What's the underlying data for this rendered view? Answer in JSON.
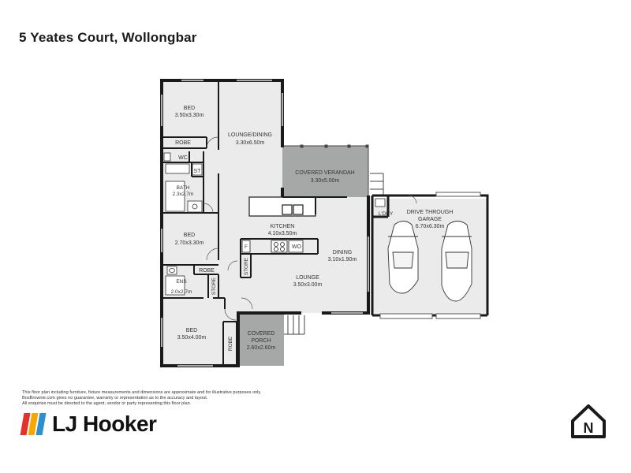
{
  "title": "5 Yeates Court, Wollongbar",
  "rooms": {
    "bed1": {
      "name": "BED",
      "dims": "3.50x3.30m"
    },
    "lounge_dining": {
      "name": "LOUNGE/DINING",
      "dims": "3.30x6.50m"
    },
    "robe1": {
      "name": "ROBE"
    },
    "wc": {
      "name": "WC"
    },
    "st": {
      "name": "ST"
    },
    "bath": {
      "name": "BATH",
      "dims": "2.3x2.7m"
    },
    "covered_verandah": {
      "name": "COVERED VERANDAH",
      "dims": "3.30x5.00m"
    },
    "ldry": {
      "name": "L'DRY"
    },
    "garage": {
      "name1": "DRIVE THROUGH",
      "name2": "GARAGE",
      "dims": "6.70x6.30m"
    },
    "kitchen": {
      "name": "KITCHEN",
      "dims": "4.10x3.50m"
    },
    "fridge": {
      "name": "F"
    },
    "wo": {
      "name": "WO"
    },
    "bed2": {
      "name": "BED",
      "dims": "2.70x3.30m"
    },
    "dining": {
      "name": "DINING",
      "dims": "3.10x1.90m"
    },
    "store1": {
      "name": "STORE"
    },
    "robe2": {
      "name": "ROBE"
    },
    "ens": {
      "name": "ENS",
      "dims": "2.0x2.7m"
    },
    "store2": {
      "name": "STORE"
    },
    "lounge": {
      "name": "LOUNGE",
      "dims": "3.50x3.00m"
    },
    "bed3": {
      "name": "BED",
      "dims": "3.50x4.00m"
    },
    "robe3": {
      "name": "ROBE"
    },
    "covered_porch": {
      "name": "COVERED",
      "name2": "PORCH",
      "dims": "2.60x2.60m"
    }
  },
  "disclaimer": [
    "This floor plan including furniture, fixture measurements and dimensions are approximate and for illustrative purposes only.",
    "BoxBrownie.com gives no guarantee, warranty or representation as to the accuracy and layout.",
    "All enquiries must be directed to the agent, vendor or party representing this floor plan."
  ],
  "brand": {
    "name": "LJ Hooker",
    "colors": [
      "#e4322b",
      "#f5a800",
      "#2e8fce"
    ]
  },
  "compass": {
    "label": "N"
  },
  "colors": {
    "wall": "#1a1a1a",
    "outdoor": "#a6a8a7",
    "floor": "#ebebeb",
    "garage": "#ebebeb"
  }
}
